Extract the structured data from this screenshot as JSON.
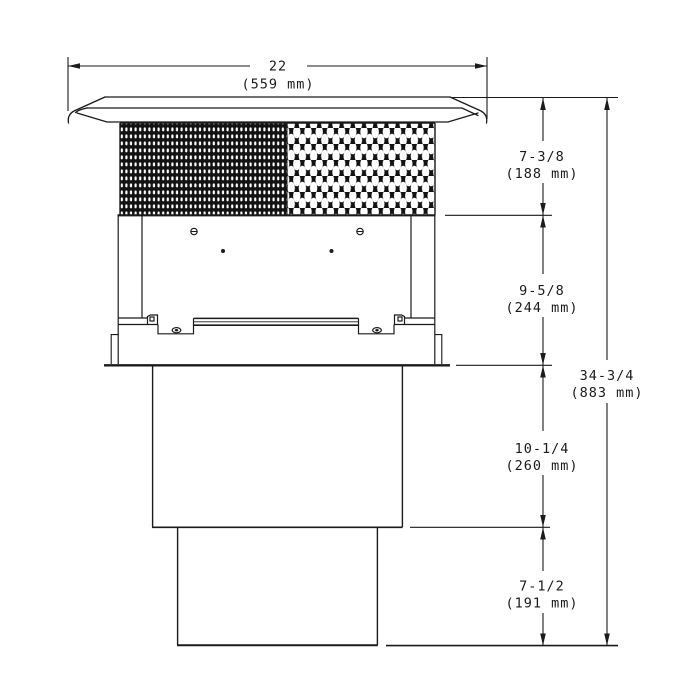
{
  "drawing": {
    "colors": {
      "line": "#1b1b1b",
      "background": "#ffffff"
    },
    "dimensions": {
      "width": {
        "inches": "22",
        "metric": "(559 mm)"
      },
      "screen": {
        "inches": "7-3/8",
        "metric": "(188 mm)"
      },
      "body": {
        "inches": "9-5/8",
        "metric": "(244 mm)"
      },
      "overall": {
        "inches": "34-3/4",
        "metric": "(883 mm)"
      },
      "upper_pipe": {
        "inches": "10-1/4",
        "metric": "(260 mm)"
      },
      "lower_pipe": {
        "inches": "7-1/2",
        "metric": "(191 mm)"
      }
    }
  }
}
